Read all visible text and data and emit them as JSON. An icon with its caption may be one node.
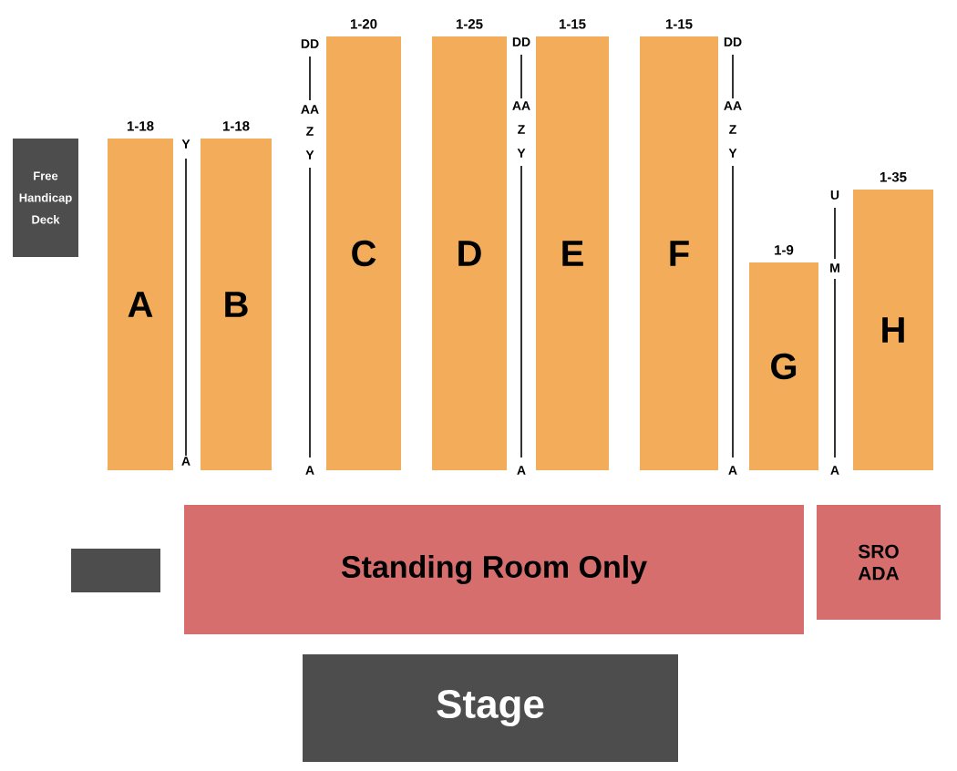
{
  "diagram": {
    "nodes": [
      {
        "text": [
          "Free Handicap Deck"
        ]
      },
      {
        "text": [
          "A"
        ],
        "beside": [
          "1-18"
        ]
      },
      {
        "text": [
          "B"
        ],
        "beside": [
          "1-18"
        ]
      },
      {
        "text": [
          "C"
        ],
        "beside": [
          "1-20"
        ]
      },
      {
        "text": [
          "D"
        ],
        "beside": [
          "1-25"
        ]
      },
      {
        "text": [
          "E"
        ],
        "beside": [
          "1-15"
        ]
      },
      {
        "text": [
          "F"
        ],
        "beside": [
          "1-15"
        ]
      },
      {
        "text": [
          "G"
        ],
        "beside": [
          "1-9"
        ]
      },
      {
        "text": [
          "H"
        ],
        "beside": [
          "1-35"
        ]
      },
      {
        "text": [],
        "shape": "box"
      },
      {
        "text": [
          "Standing Room Only"
        ]
      },
      {
        "text": [
          "SRO ADA"
        ]
      },
      {
        "text": [
          "Stage"
        ]
      }
    ],
    "labels": [
      "Y",
      "A",
      "DD",
      "AA",
      "Z",
      "Y",
      "A",
      "DD",
      "AA",
      "Z",
      "Y",
      "A",
      "DD",
      "AA",
      "Z",
      "Y",
      "A",
      "U",
      "M",
      "A"
    ]
  }
}
